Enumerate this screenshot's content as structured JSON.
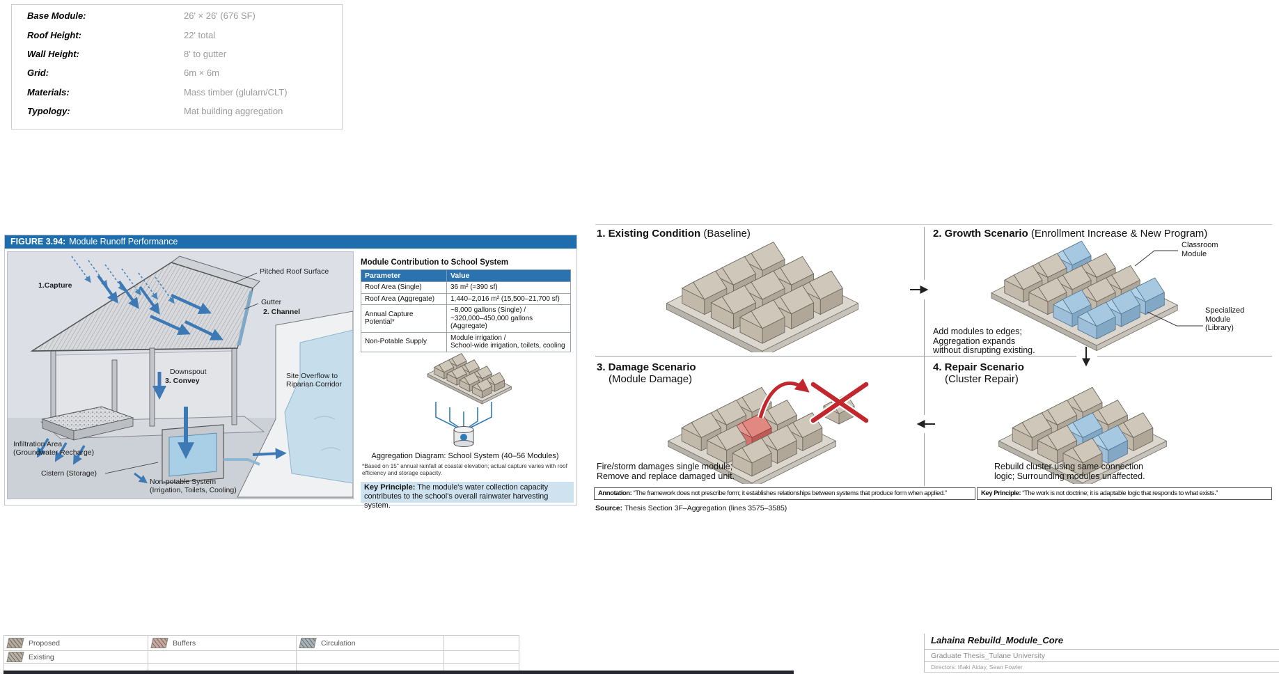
{
  "colors": {
    "accent_blue": "#1e6dad",
    "table_header_blue": "#2a72b0",
    "key_box_bg": "#cfe2ef",
    "water_blue": "#3d7ab5",
    "danger_red": "#c1272d",
    "module_beige": "#cfc8ba",
    "module_blue": "#a6c9e1",
    "module_red": "#e18881"
  },
  "spec_panel": {
    "rows": [
      {
        "label": "Base Module:",
        "value": "26' × 26' (676 SF)"
      },
      {
        "label": "Roof Height:",
        "value": "22' total"
      },
      {
        "label": "Wall Height:",
        "value": "8' to gutter"
      },
      {
        "label": "Grid:",
        "value": "6m × 6m"
      },
      {
        "label": "Materials:",
        "value": "Mass timber (glulam/CLT)"
      },
      {
        "label": "Typology:",
        "value": "Mat building aggregation"
      }
    ]
  },
  "figure": {
    "header_label": "FIGURE 3.94:",
    "header_title": "Module Runoff Performance",
    "labels": {
      "capture": "1.Capture",
      "pitched_roof": "Pitched Roof Surface",
      "gutter": "Gutter",
      "channel": "2. Channel",
      "downspout": "Downspout",
      "convey": "3. Convey",
      "site_overflow": "Site Overflow to\nRiparian Corridor",
      "infiltration": "Infiltration Area\n(Groundwater Recharge)",
      "cistern": "Cistern (Storage)",
      "non_potable": "Non-potable System\n(Irrigation, Toilets, Cooling)"
    },
    "table": {
      "title": "Module Contribution to School System",
      "columns": [
        "Parameter",
        "Value"
      ],
      "rows": [
        [
          "Roof Area (Single)",
          "36 m² (≈390 sf)"
        ],
        [
          "Roof Area (Aggregate)",
          "1,440–2,016 m² (15,500–21,700 sf)"
        ],
        [
          "Annual Capture\nPotential*",
          "~8,000 gallons (Single) /\n~320,000–450,000 gallons (Aggregate)"
        ],
        [
          "Non-Potable Supply",
          "Module irrigation /\nSchool-wide irrigation, toilets, cooling"
        ]
      ]
    },
    "aggregation_caption": "Aggregation Diagram: School System (40–56 Modules)",
    "footnote": "*Based on 15\" annual rainfall at coastal elevation; actual capture varies with roof efficiency and storage capacity.",
    "key_principle": {
      "label": "Key Principle:",
      "text": " The module's water collection capacity contributes to the school's overall rainwater harvesting system."
    }
  },
  "scenarios": {
    "panel1": {
      "num_title": "1. Existing Condition",
      "paren": "(Baseline)"
    },
    "panel2": {
      "num_title": "2. Growth Scenario",
      "paren": "(Enrollment Increase & New Program)",
      "caption": "Add modules to edges;\nAggregation expands\nwithout disrupting existing.",
      "label_classroom": "Classroom\nModule",
      "label_specialized": "Specialized\nModule\n(Library)"
    },
    "panel3": {
      "num_title": "3. Damage Scenario",
      "paren": "(Module Damage)",
      "caption": "Fire/storm damages single module;\nRemove and replace damaged unit."
    },
    "panel4": {
      "num_title": "4. Repair Scenario",
      "paren": "(Cluster Repair)",
      "caption": "Rebuild cluster using same connection\nlogic; Surrounding modules unaffected."
    },
    "annotation": {
      "label": "Annotation:",
      "text": " “The framework does not prescribe form; it establishes relationships between systems that produce form when applied.”"
    },
    "key_principle": {
      "label": "Key Principle:",
      "text": " “The work is not doctrine; it is adaptable logic that responds to what exists.”"
    },
    "source": {
      "label": "Source:",
      "text": " Thesis Section 3F–Aggregation (lines 3575–3585)"
    }
  },
  "legend": {
    "items": [
      {
        "label": "Proposed",
        "tint": "#b4ad9f"
      },
      {
        "label": "Buffers",
        "tint": "#c8a9a2"
      },
      {
        "label": "Circulation",
        "tint": "#a9b3bd"
      },
      {
        "label": "Existing",
        "tint": "#b8b2a6"
      }
    ]
  },
  "titleblock": {
    "title": "Lahaina Rebuild_Module_Core",
    "subtitle": "Graduate Thesis_Tulane University",
    "directors": "Directors: Iñaki Alday, Sean Fowler"
  },
  "cluster_grids": {
    "panel1": [
      [
        "b",
        "b",
        "b"
      ],
      [
        "b",
        "b",
        "b"
      ],
      [
        "b",
        "b",
        "b"
      ]
    ],
    "panel2": [
      [
        "u",
        "b",
        "b",
        "u"
      ],
      [
        "b",
        "b",
        "b",
        "u"
      ],
      [
        "b",
        "b",
        "u",
        "u"
      ]
    ],
    "panel3": [
      [
        "b",
        "b",
        "b"
      ],
      [
        "b",
        "r",
        "b"
      ],
      [
        "b",
        "b",
        "b"
      ]
    ],
    "panel4": [
      [
        "b",
        "b",
        "b"
      ],
      [
        "b",
        "u",
        "u"
      ],
      [
        "b",
        "b",
        "b"
      ]
    ],
    "aggregation": [
      [
        "b",
        "b",
        "b",
        "b"
      ],
      [
        "b",
        "b",
        "b",
        "b"
      ]
    ]
  }
}
